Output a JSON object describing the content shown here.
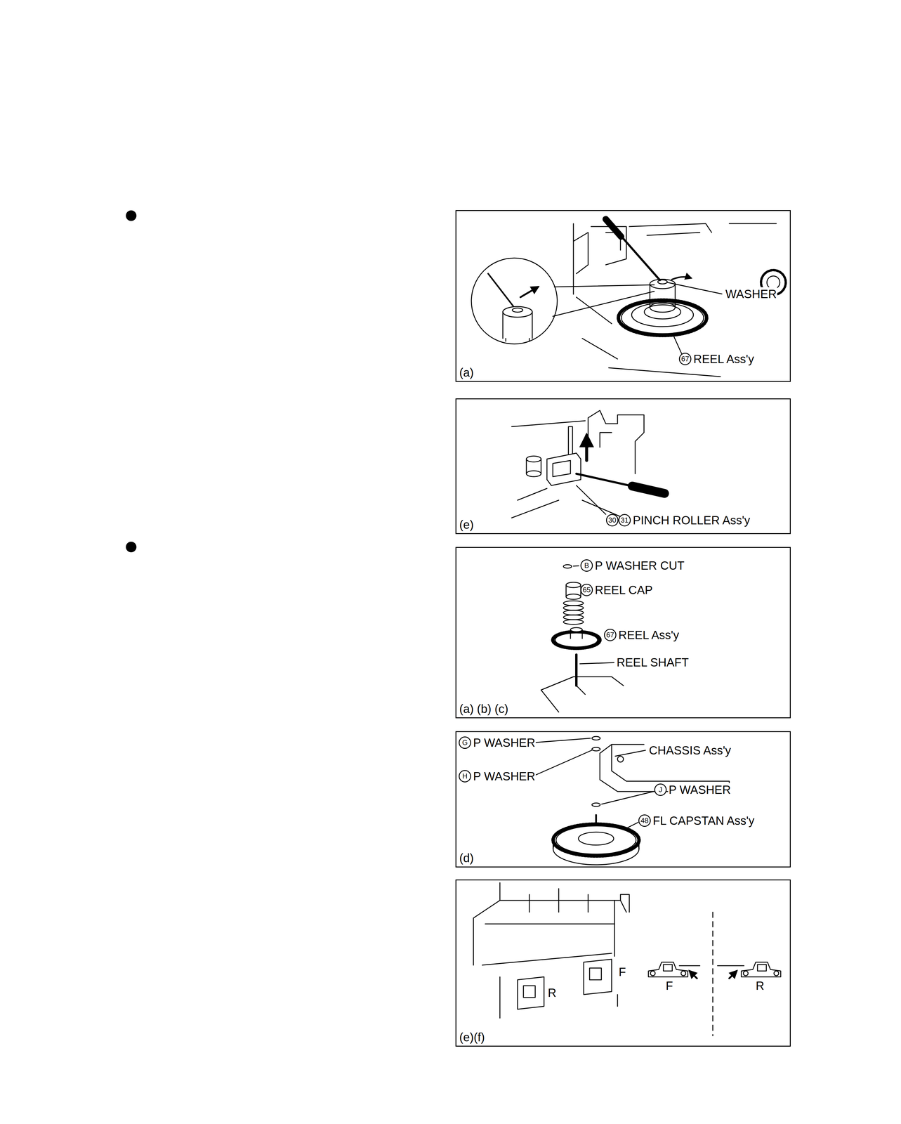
{
  "diagram": {
    "nodes": [
      {
        "text": [
          "(a)"
        ]
      },
      {
        "text": [
          "(e)"
        ]
      },
      {
        "text": [
          "(a) (b) (c)"
        ]
      },
      {
        "text": [
          "(d)"
        ]
      },
      {
        "text": [
          "(e)(f)"
        ]
      }
    ],
    "labels": [
      "WASHER",
      "67",
      "REEL Ass'y",
      "30",
      "31",
      "PINCH ROLLER Ass'y",
      "B",
      "P WASHER CUT",
      "65",
      "REEL CAP",
      "67",
      "REEL Ass'y",
      "REEL SHAFT",
      "G",
      "P WASHER",
      "H",
      "P WASHER",
      "CHASSIS Ass'y",
      "J",
      "P WASHER",
      "48",
      "FL CAPSTAN Ass'y",
      "F",
      "R",
      "F",
      "R"
    ]
  }
}
